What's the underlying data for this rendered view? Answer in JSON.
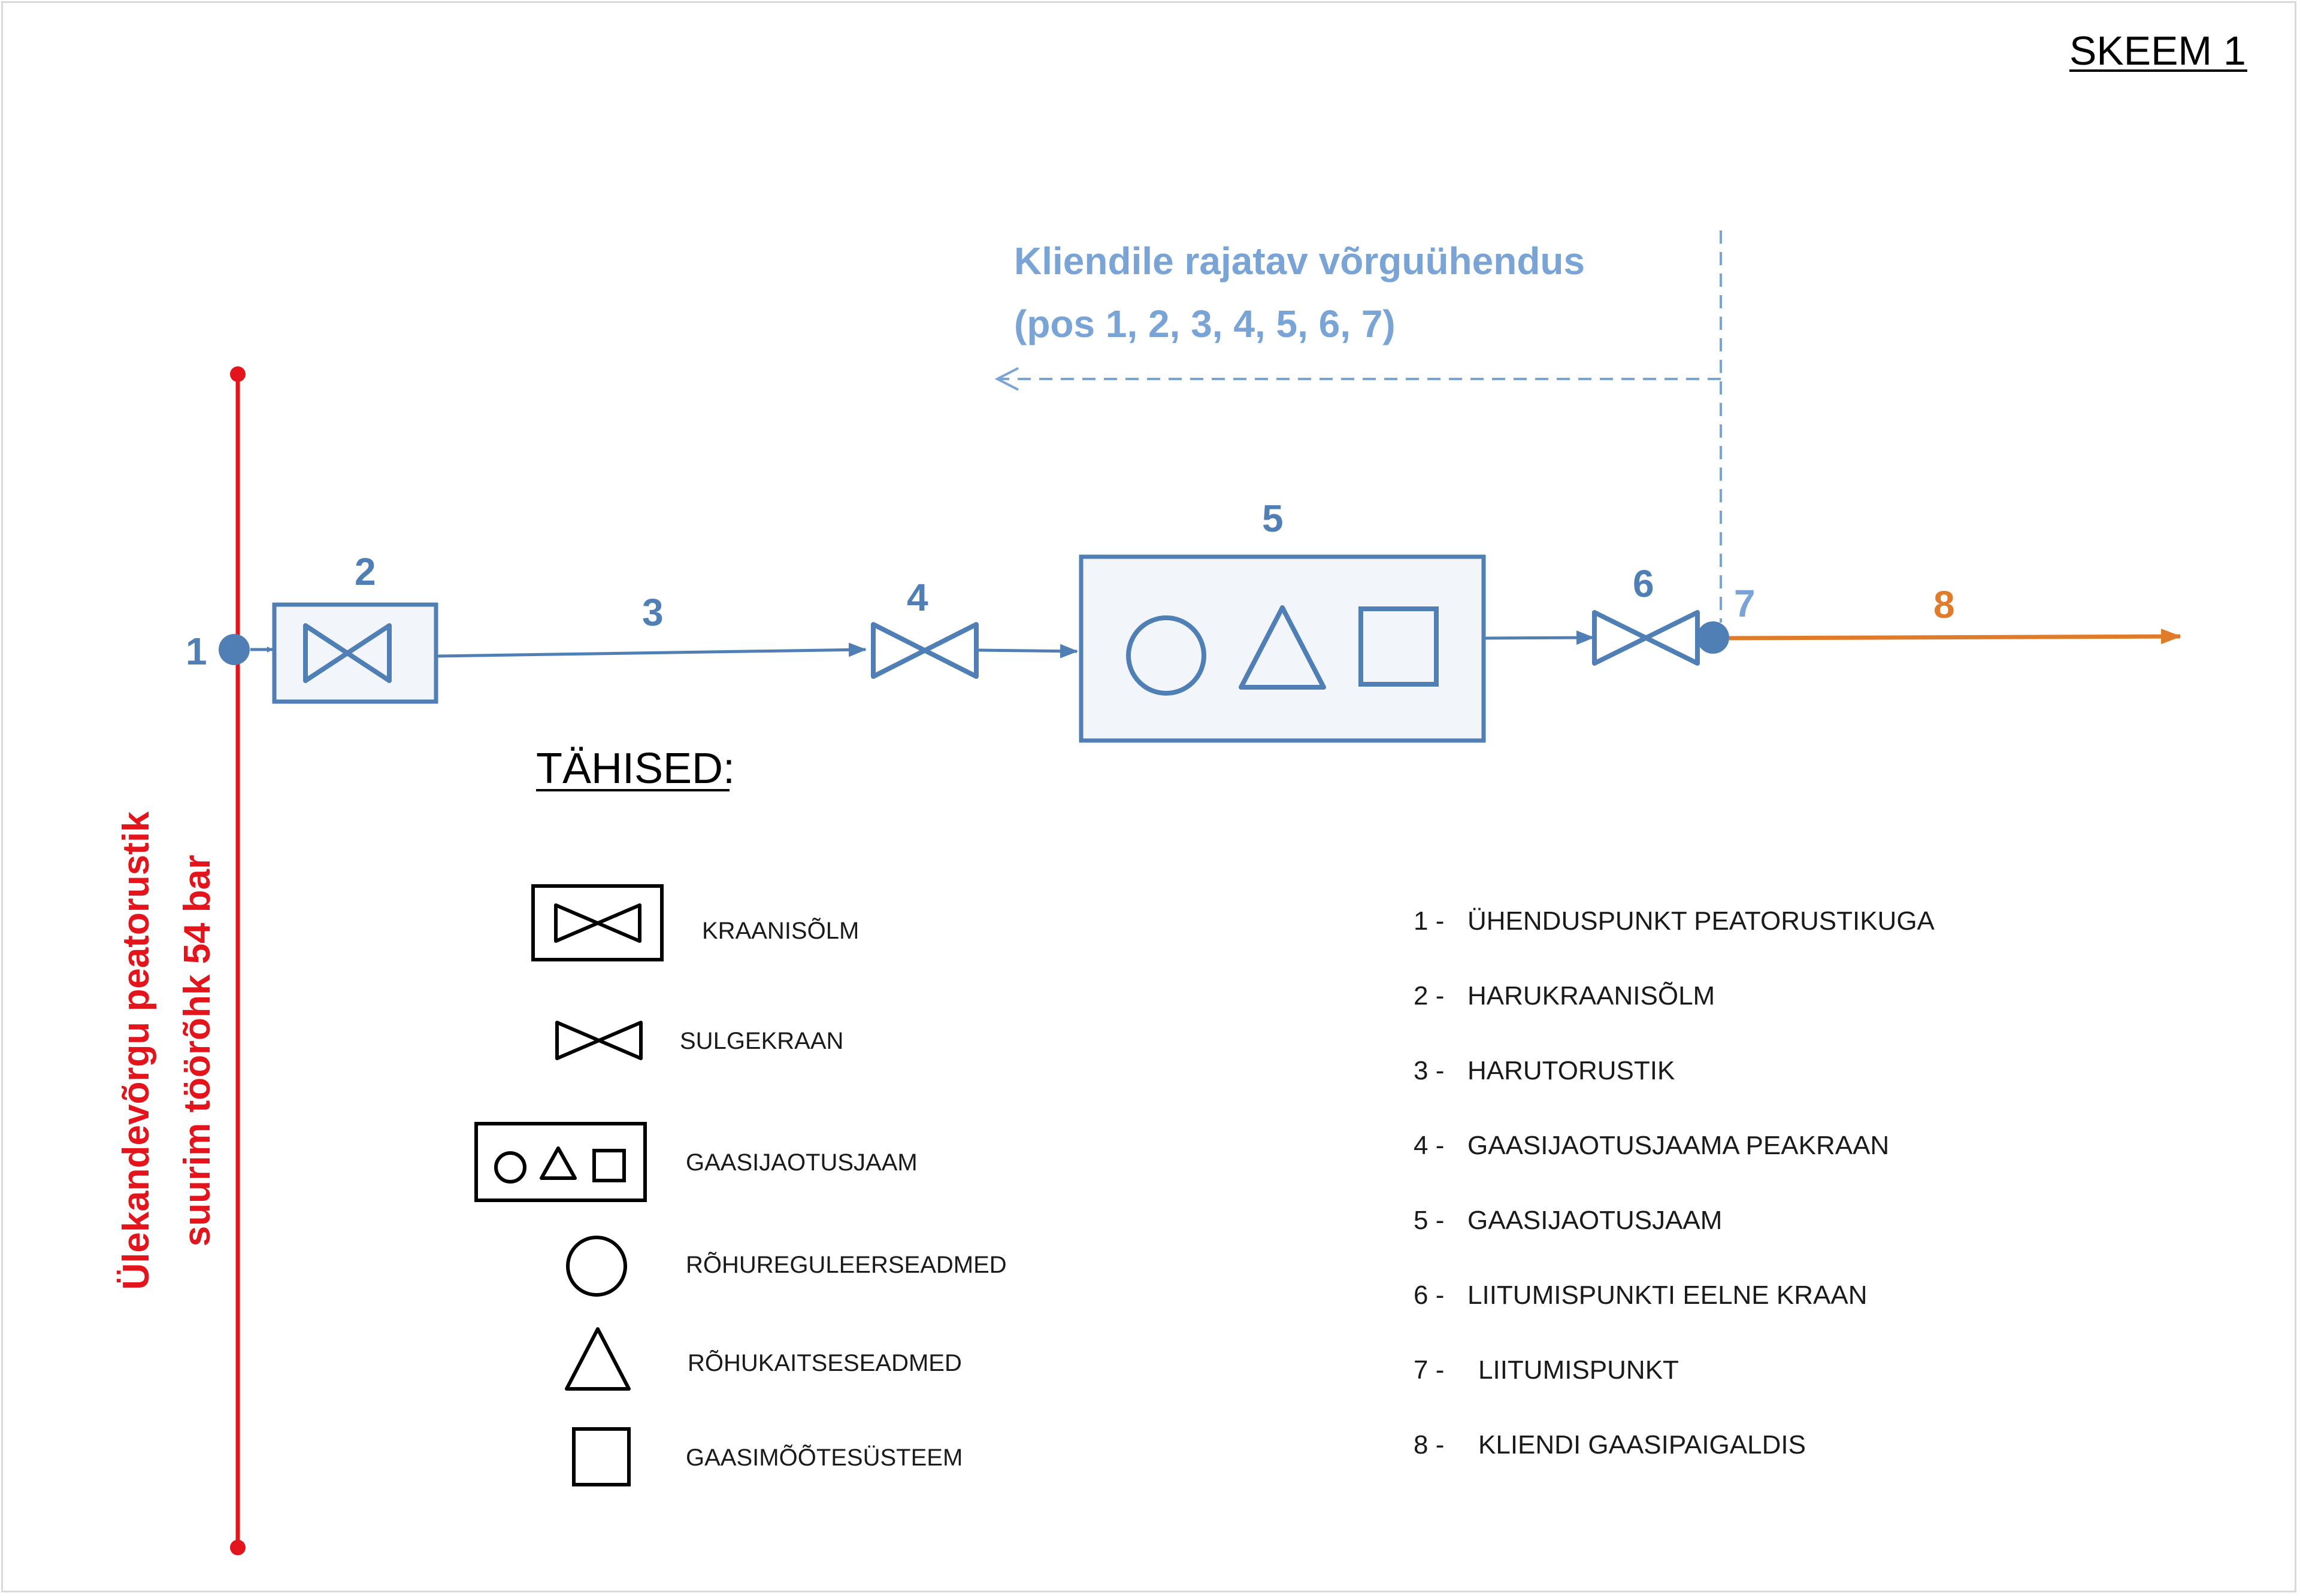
{
  "title": "SKEEM 1",
  "callout": {
    "line1": "Kliendile rajatav võrguühendus",
    "line2": "(pos 1, 2, 3, 4, 5, 6, 7)"
  },
  "main_pipeline": {
    "line1": "Ülekandevõrgu peatorustik",
    "line2": "suurim töörõhk 54 bar"
  },
  "positions": [
    "1",
    "2",
    "3",
    "4",
    "5",
    "6",
    "7",
    "8"
  ],
  "legend": {
    "heading": "TÄHISED:",
    "items": [
      {
        "icon": "valve-assembly-icon",
        "label": "KRAANISÕLM"
      },
      {
        "icon": "shutoff-valve-icon",
        "label": "SULGEKRAAN"
      },
      {
        "icon": "gas-station-icon",
        "label": "GAASIJAOTUSJAAM"
      },
      {
        "icon": "circle-icon",
        "label": "RÕHUREGULEERSEADMED"
      },
      {
        "icon": "triangle-icon",
        "label": "RÕHUKAITSESEADMED"
      },
      {
        "icon": "square-icon",
        "label": "GAASIMÕÕTESÜSTEEM"
      }
    ]
  },
  "numbered_list": [
    {
      "num": "1 -",
      "text": "ÜHENDUSPUNKT PEATORUSTIKUGA"
    },
    {
      "num": "2 -",
      "text": "HARUKRAANISÕLM"
    },
    {
      "num": "3 -",
      "text": "HARUTORUSTIK"
    },
    {
      "num": "4 -",
      "text": "GAASIJAOTUSJAAMA PEAKRAAN"
    },
    {
      "num": "5 -",
      "text": "GAASIJAOTUSJAAM"
    },
    {
      "num": "6 -",
      "text": "LIITUMISPUNKTI EELNE KRAAN"
    },
    {
      "num": "7 -",
      "text": "LIITUMISPUNKT"
    },
    {
      "num": "8 -",
      "text": "KLIENDI GAASIPAIGALDIS"
    }
  ],
  "colors": {
    "main_pipeline": "#e3141b",
    "network": "#4f7fb5",
    "callout": "#7aa4d6",
    "client_line": "#e07b2a"
  }
}
